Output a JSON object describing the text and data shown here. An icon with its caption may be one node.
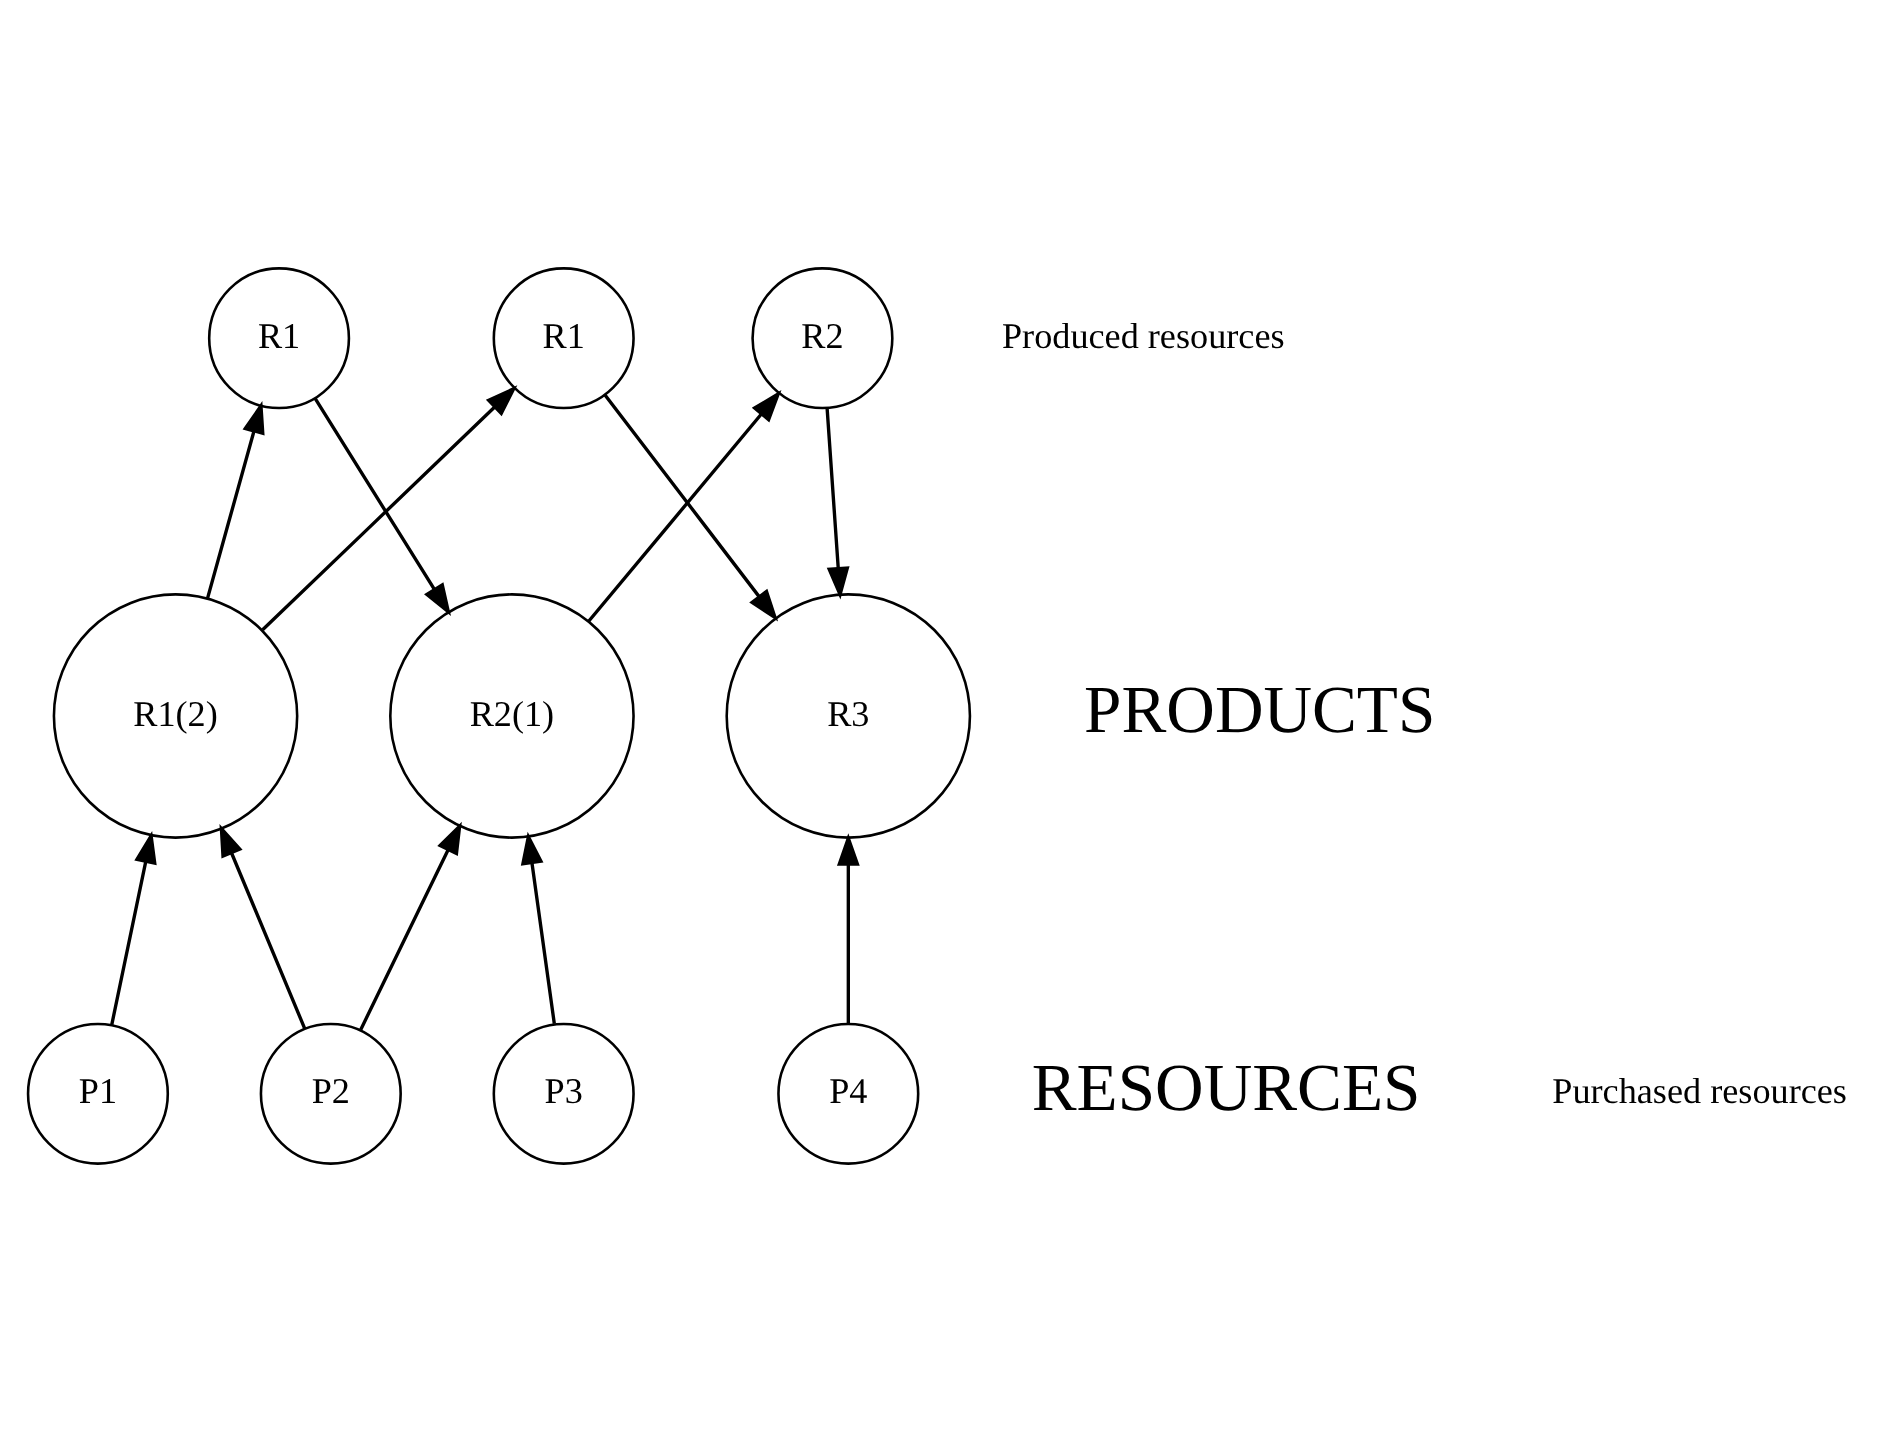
{
  "diagram": {
    "nodes": [
      {
        "text": [
          "R1(2)"
        ]
      },
      {
        "text": [
          "R2(1)"
        ]
      },
      {
        "text": [
          "R3"
        ]
      },
      {
        "text": [
          "R1"
        ]
      },
      {
        "text": [
          "R1"
        ]
      },
      {
        "text": [
          "R2"
        ]
      },
      {
        "text": [
          "P1"
        ]
      },
      {
        "text": [
          "P2"
        ]
      },
      {
        "text": [
          "P3"
        ]
      },
      {
        "text": [
          "P4"
        ]
      }
    ],
    "edges": [
      {
        "from": 6,
        "to": 0,
        "arrow": "to"
      },
      {
        "from": 7,
        "to": 0,
        "arrow": "to"
      },
      {
        "from": 7,
        "to": 1,
        "arrow": "to"
      },
      {
        "from": 8,
        "to": 1,
        "arrow": "to"
      },
      {
        "from": 3,
        "to": 1,
        "arrow": "to"
      },
      {
        "from": 0,
        "to": 3,
        "arrow": "to"
      },
      {
        "from": 0,
        "to": 4,
        "arrow": "to"
      },
      {
        "from": 1,
        "to": 5,
        "arrow": "to"
      },
      {
        "from": 4,
        "to": 2,
        "arrow": "to"
      },
      {
        "from": 5,
        "to": 2,
        "arrow": "to"
      },
      {
        "from": 9,
        "to": 2,
        "arrow": "to"
      }
    ],
    "labels": [
      "PRODUCTS",
      "Produced resources",
      "RESOURCES",
      "Purchased resources"
    ]
  }
}
